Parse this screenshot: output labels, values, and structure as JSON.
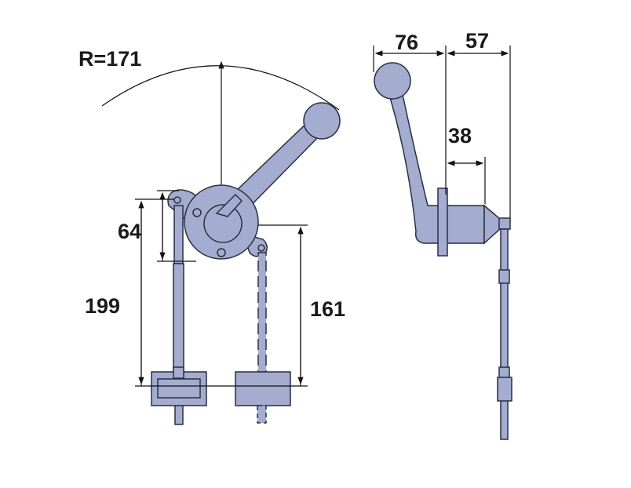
{
  "colors": {
    "part_fill": "#a4accf",
    "outline": "#2a2f45",
    "dimension": "#111111"
  },
  "dimensions": {
    "radius": "R=171",
    "height_64": "64",
    "height_199": "199",
    "height_161": "161",
    "width_76": "76",
    "width_57": "57",
    "width_38": "38"
  }
}
